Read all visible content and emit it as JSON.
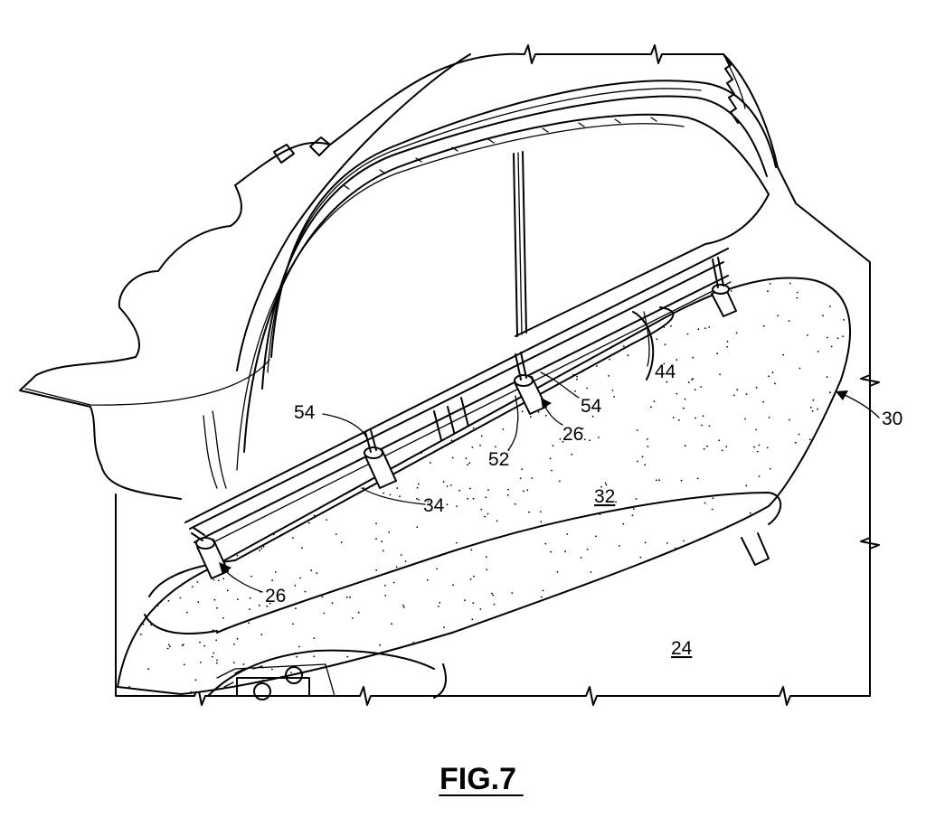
{
  "figure": {
    "caption": "FIG.7",
    "labels": {
      "l24": "24",
      "l26a": "26",
      "l26b": "26",
      "l30": "30",
      "l32": "32",
      "l34": "34",
      "l44": "44",
      "l52": "52",
      "l54a": "54",
      "l54b": "54"
    }
  }
}
